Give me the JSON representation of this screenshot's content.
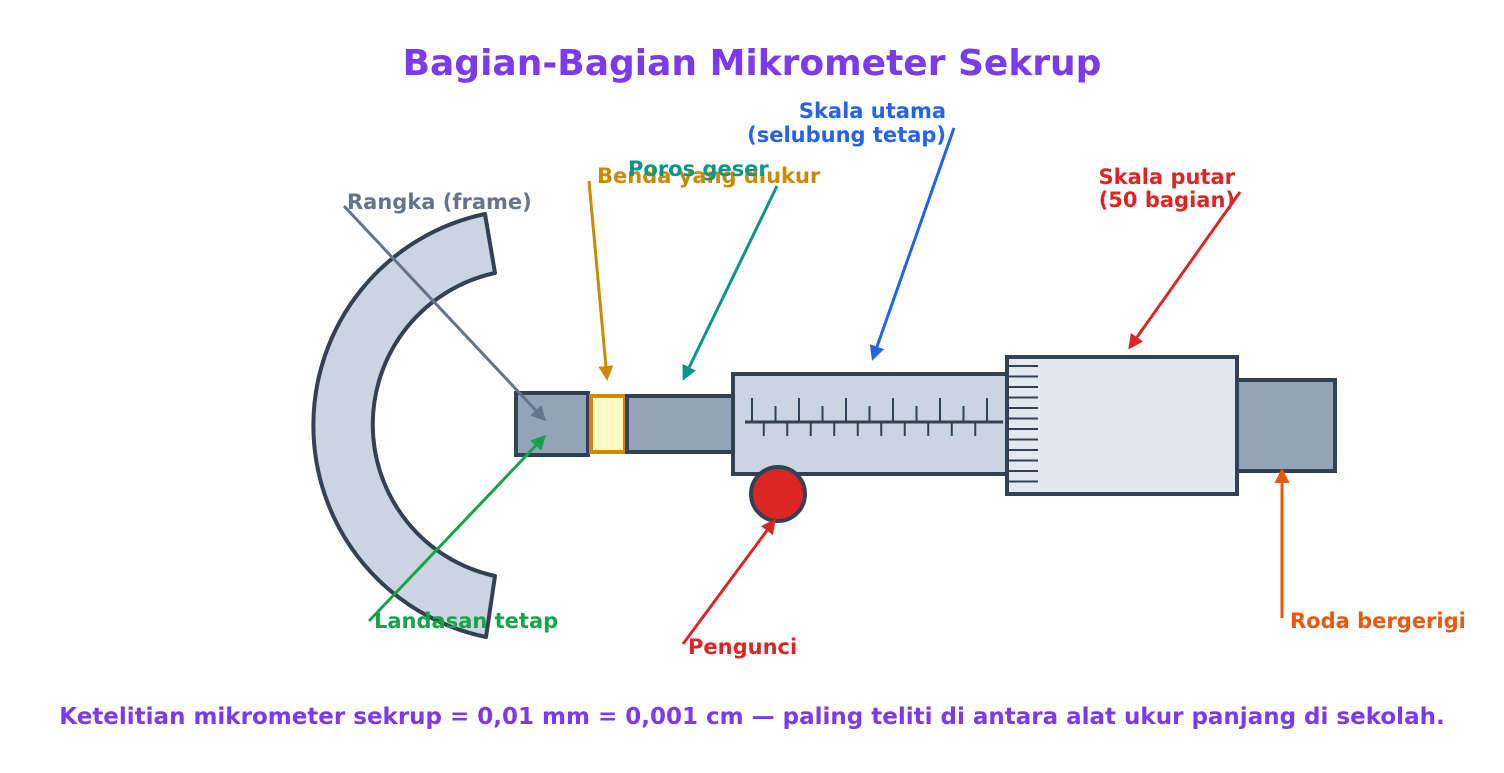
{
  "title": "Bagian-Bagian Mikrometer Sekrup",
  "labels": {
    "frame": "Rangka (frame)",
    "object": "Benda yang diukur",
    "spindle": "Poros geser",
    "main_scale_line1": "Skala utama",
    "main_scale_line2": "(selubung tetap)",
    "thimble_line1": "Skala putar",
    "thimble_line2": "(50 bagian)",
    "anvil": "Landasan tetap",
    "lock": "Pengunci",
    "ratchet": "Roda bergerigi"
  },
  "footer": "Ketelitian mikrometer sekrup = 0,01 mm = 0,001 cm — paling teliti di antara alat ukur panjang di sekolah.",
  "colors": {
    "title": "#7c3aed",
    "footer": "#7c3aed",
    "frame": "#64748b",
    "object": "#ca8a04",
    "spindle": "#0d9488",
    "main_scale": "#2563eb",
    "thimble": "#dc2626",
    "anvil": "#16a34a",
    "lock": "#dc2626",
    "ratchet": "#ea580c",
    "outline": "#334155"
  }
}
